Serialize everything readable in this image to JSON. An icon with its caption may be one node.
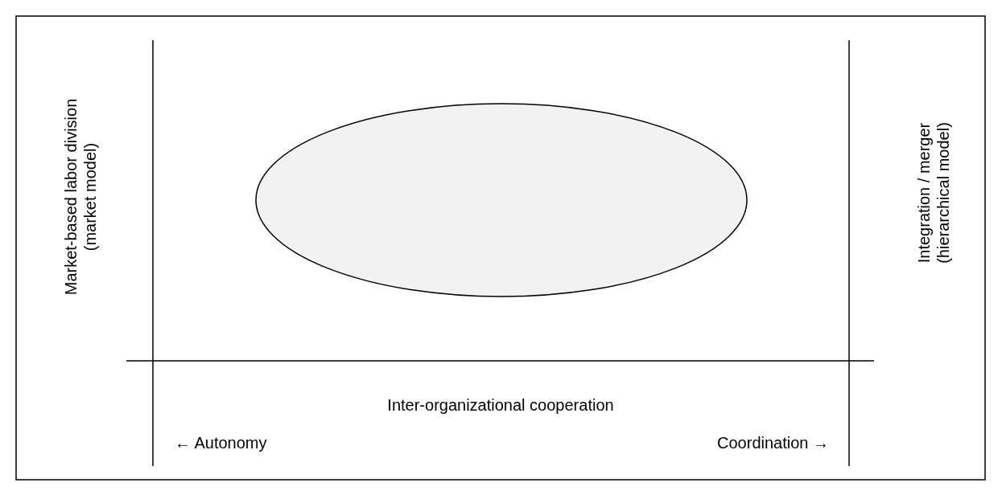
{
  "diagram": {
    "nodes": [
      {
        "text": [],
        "shape": "ellipse"
      }
    ],
    "labels": [
      "Market-based labor division (market model)",
      "Integration / merger (hierarchical model)",
      "Inter-organizational cooperation",
      "← Autonomy",
      "Coordination →"
    ]
  }
}
